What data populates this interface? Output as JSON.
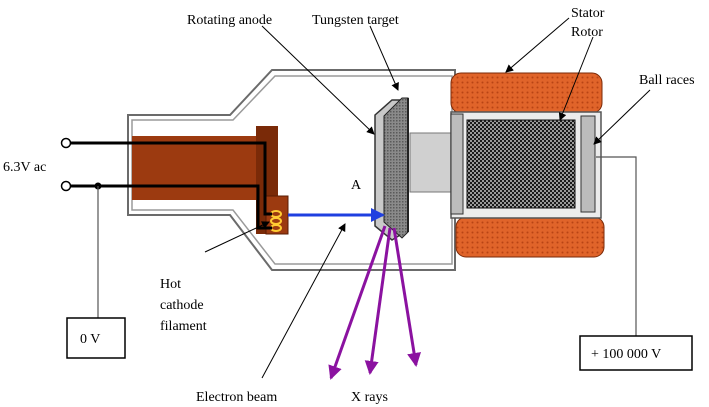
{
  "diagram": {
    "labels": {
      "rotating_anode": "Rotating anode",
      "tungsten_target": "Tungsten target",
      "stator": "Stator",
      "rotor": "Rotor",
      "ball_races": "Ball races",
      "voltage_ac": "6.3V ac",
      "point_a": "A",
      "hot_cathode_line1": "Hot",
      "hot_cathode_line2": "cathode",
      "hot_cathode_line3": "filament",
      "electron_beam": "Electron beam",
      "x_rays": "X rays",
      "zero_volt": "0 V",
      "high_voltage": "+ 100 000 V"
    },
    "colors": {
      "cathode": "#9c3a10",
      "cathode_cap": "#7a2a08",
      "filament": "#ffcc33",
      "stator": "#e0642a",
      "beam": "#1f3fe0",
      "xray": "#8b12a0",
      "target": "#8a8a8a",
      "glass": "#6b6b6b"
    }
  }
}
